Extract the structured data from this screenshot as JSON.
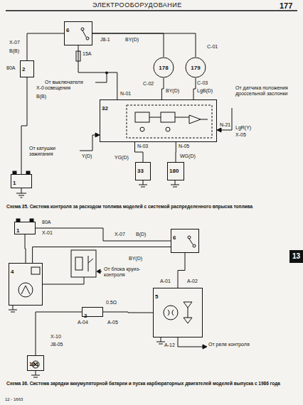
{
  "diagram": {
    "title": "ЭЛЕКТРООБОРУДОВАНИЕ",
    "nodes": [
      {
        "text": [
          "1"
        ]
      },
      {
        "text": [
          "2"
        ]
      },
      {
        "text": [
          "6"
        ]
      },
      {
        "text": [
          "178"
        ]
      },
      {
        "text": [
          "179"
        ]
      },
      {
        "text": [
          "32"
        ]
      },
      {
        "text": [
          "33"
        ]
      },
      {
        "text": [
          "180"
        ]
      },
      {
        "text": [
          "1"
        ]
      },
      {
        "text": [
          "6"
        ]
      },
      {
        "text": [
          "4"
        ]
      },
      {
        "text": [
          "2"
        ]
      },
      {
        "text": [
          "5"
        ]
      },
      {
        "text": [
          "181"
        ]
      }
    ],
    "edges": [
      {
        "from": 0,
        "to": 1,
        "arrow": "none"
      },
      {
        "from": 1,
        "to": 2,
        "arrow": "none"
      },
      {
        "from": 2,
        "to": 5,
        "arrow": "none"
      },
      {
        "from": 2,
        "to": 3,
        "arrow": "none"
      },
      {
        "from": 2,
        "to": 4,
        "arrow": "none"
      },
      {
        "from": 3,
        "to": 5,
        "arrow": "none"
      },
      {
        "from": 4,
        "to": 5,
        "arrow": "none"
      },
      {
        "from": 5,
        "to": 6,
        "arrow": "none"
      },
      {
        "from": 5,
        "to": 7,
        "arrow": "none"
      },
      {
        "from": 8,
        "to": 9,
        "arrow": "none"
      },
      {
        "from": 8,
        "to": 10,
        "arrow": "none"
      },
      {
        "from": 9,
        "to": 10,
        "arrow": "none"
      },
      {
        "from": 13,
        "to": 11,
        "arrow": "none"
      },
      {
        "from": 11,
        "to": 12,
        "arrow": "none"
      },
      {
        "from": 9,
        "to": 12,
        "arrow": "none"
      }
    ],
    "labels": [
      "177",
      "13",
      "Схема 35. Система контроля за расходом топлива моделей с системой распределенного впрыска топлива",
      "Схема 36. Система зарядки аккумуляторной батареи и пуска карбюраторных двигателей моделей выпуска с 1986 года",
      "12 - 1663",
      "X-07",
      "B(B)",
      "80A",
      "X-01",
      "B(B)",
      "15A",
      "J8-1",
      "BY(D)",
      "C-01",
      "C-02",
      "C-03",
      "BY(D)",
      "LgB(D)",
      "От выключателя освещения",
      "N-01",
      "От датчика положения дроссельной заслонки",
      "N-21",
      "LgR(Y)",
      "X-05",
      "От катушки зажигания",
      "Y(D)",
      "N-03",
      "YG(D)",
      "N-05",
      "WG(D)",
      "80A",
      "X-01",
      "X-07",
      "B(D)",
      "BY(D)",
      "От блока круиз-контроля",
      "0.5Ω",
      "A-01",
      "A-02",
      "A-04",
      "A-05",
      "X-10",
      "J8-05",
      "A-12",
      "От реле контроля"
    ]
  }
}
